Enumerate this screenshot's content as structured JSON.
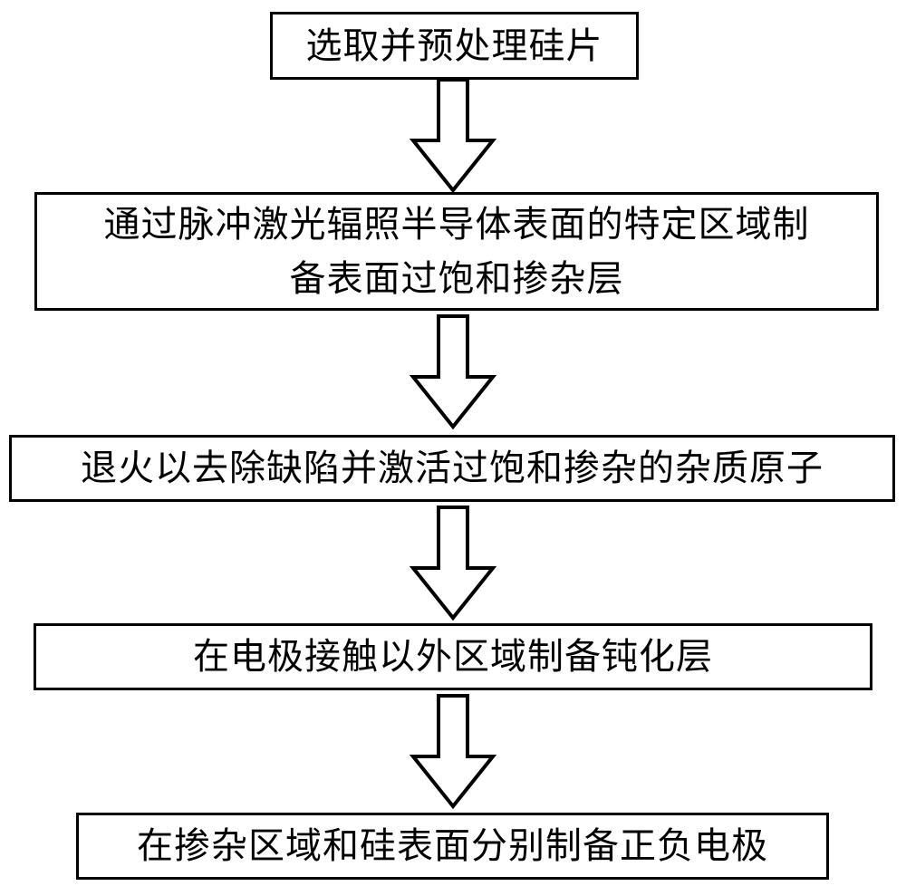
{
  "flowchart": {
    "steps": [
      {
        "text": "选取并预处理硅片"
      },
      {
        "text": "通过脉冲激光辐照半导体表面的特定区域制\n备表面过饱和掺杂层"
      },
      {
        "text": "退火以去除缺陷并激活过饱和掺杂的杂质原子"
      },
      {
        "text": "在电极接触以外区域制备钝化层"
      },
      {
        "text": "在掺杂区域和硅表面分别制备正负电极"
      }
    ],
    "connector_icon": "down-arrow-icon",
    "colors": {
      "border": "#000000",
      "background": "#ffffff",
      "text": "#000000"
    }
  }
}
